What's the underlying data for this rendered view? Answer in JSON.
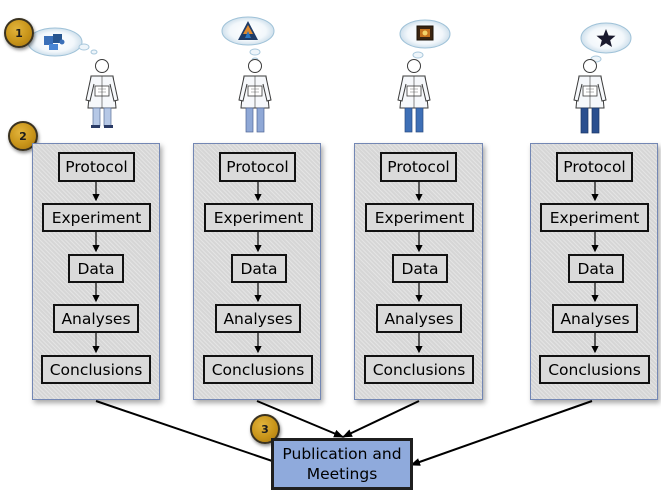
{
  "badges": [
    "1",
    "2",
    "3"
  ],
  "workflows": [
    {
      "icon": "puzzle-icon",
      "steps": [
        "Protocol",
        "Experiment",
        "Data",
        "Analyses",
        "Conclusions"
      ]
    },
    {
      "icon": "triangle-icon",
      "steps": [
        "Protocol",
        "Experiment",
        "Data",
        "Analyses",
        "Conclusions"
      ]
    },
    {
      "icon": "photo-icon",
      "steps": [
        "Protocol",
        "Experiment",
        "Data",
        "Analyses",
        "Conclusions"
      ]
    },
    {
      "icon": "star-icon",
      "steps": [
        "Protocol",
        "Experiment",
        "Data",
        "Analyses",
        "Conclusions"
      ]
    }
  ],
  "publication": {
    "line1": "Publication and",
    "line2": "Meetings"
  },
  "colors": {
    "panel": "#d6d6d6",
    "panel_border": "#7387b4",
    "publication_fill": "#8faadc",
    "badge": "#c89419"
  }
}
